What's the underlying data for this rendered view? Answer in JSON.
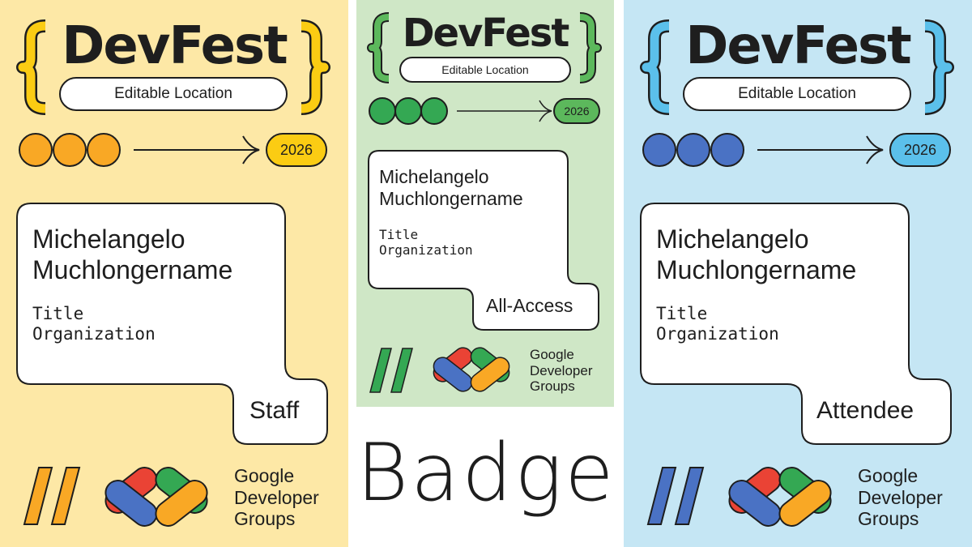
{
  "colors": {
    "yellow_bg": "#fde8a6",
    "green_bg": "#cfe7c6",
    "blue_bg": "#c5e6f4",
    "yellow_accent": "#fbcc13",
    "orange_accent": "#f9a825",
    "green_accent": "#5cb85c",
    "green_dark": "#34a853",
    "blue_accent": "#5bc0eb",
    "blue_dark": "#4a72c4",
    "google_red": "#ea4335",
    "google_blue": "#4285f4",
    "google_green": "#34a853",
    "google_yellow": "#fbbc04",
    "ink": "#1e1e1e"
  },
  "badges": [
    {
      "event": "DevFest",
      "location": "Editable Location",
      "year": "2026",
      "name_line1": "Michelangelo",
      "name_line2": "Muchlongername",
      "title": "Title",
      "organization": "Organization",
      "role": "Staff",
      "gdg_line1": "Google",
      "gdg_line2": "Developer",
      "gdg_line3": "Groups"
    },
    {
      "event": "DevFest",
      "location": "Editable Location",
      "year": "2026",
      "name_line1": "Michelangelo",
      "name_line2": "Muchlongername",
      "title": "Title",
      "organization": "Organization",
      "role": "All-Access",
      "gdg_line1": "Google",
      "gdg_line2": "Developer",
      "gdg_line3": "Groups"
    },
    {
      "event": "DevFest",
      "location": "Editable Location",
      "year": "2026",
      "name_line1": "Michelangelo",
      "name_line2": "Muchlongername",
      "title": "Title",
      "organization": "Organization",
      "role": "Attendee",
      "gdg_line1": "Google",
      "gdg_line2": "Developer",
      "gdg_line3": "Groups"
    }
  ],
  "caption": "Badge"
}
